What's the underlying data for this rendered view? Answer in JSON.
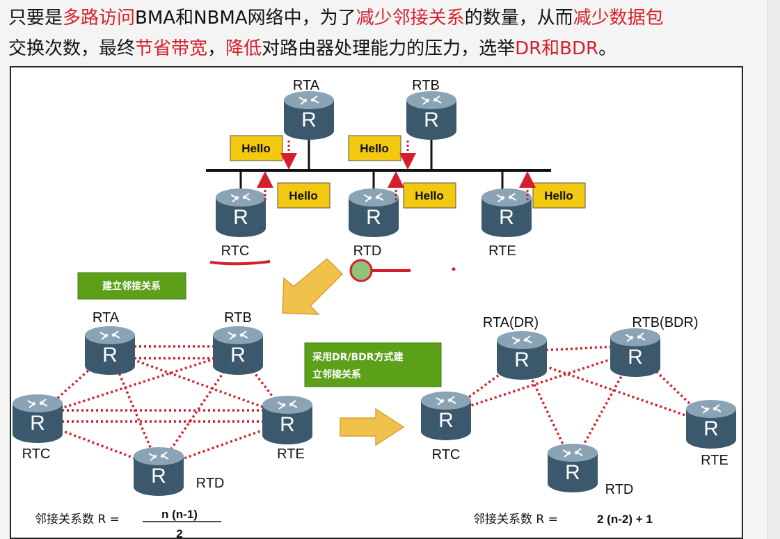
{
  "header": {
    "line1": [
      {
        "text": "只要是",
        "red": false
      },
      {
        "text": "多路访问",
        "red": true
      },
      {
        "text": "BMA和NBMA网络中，为了",
        "red": false
      },
      {
        "text": "减少邻接关系",
        "red": true
      },
      {
        "text": "的数量，从而",
        "red": false
      },
      {
        "text": "减少数据包",
        "red": true
      }
    ],
    "line2": [
      {
        "text": "交换次数，最终",
        "red": false
      },
      {
        "text": "节省带宽",
        "red": true
      },
      {
        "text": "，",
        "red": false
      },
      {
        "text": "降低",
        "red": true
      },
      {
        "text": "对路由器处理能力的压力，选举",
        "red": false
      },
      {
        "text": "DR和BDR",
        "red": true
      },
      {
        "text": "。",
        "red": false
      }
    ]
  },
  "top_diagram": {
    "routers": {
      "rta": "RTA",
      "rtb": "RTB",
      "rtc": "RTC",
      "rtd": "RTD",
      "rte": "RTE"
    },
    "hello_label": "Hello"
  },
  "boxes": {
    "build_adjacency": "建立邻接关系",
    "dr_bdr_line1": "采用DR/BDR方式建",
    "dr_bdr_line2": "立邻接关系"
  },
  "full_mesh": {
    "routers": {
      "rta": "RTA",
      "rtb": "RTB",
      "rtc": "RTC",
      "rtd": "RTD",
      "rte": "RTE"
    },
    "formula_label": "邻接关系数 R =",
    "numerator": "n (n-1)",
    "denominator": "2"
  },
  "dr_bdr": {
    "routers": {
      "rta": "RTA(DR)",
      "rtb": "RTB(BDR)",
      "rtc": "RTC",
      "rtd": "RTD",
      "rte": "RTE"
    },
    "formula_label": "邻接关系数 R =",
    "formula_value": "2 (n-2) + 1"
  },
  "colors": {
    "router_body": "#3d5a6e",
    "hello_fill": "#f2c811",
    "link_red": "#d4202a",
    "green_box": "#5ca019",
    "arrow_fill": "#f0c14b"
  }
}
